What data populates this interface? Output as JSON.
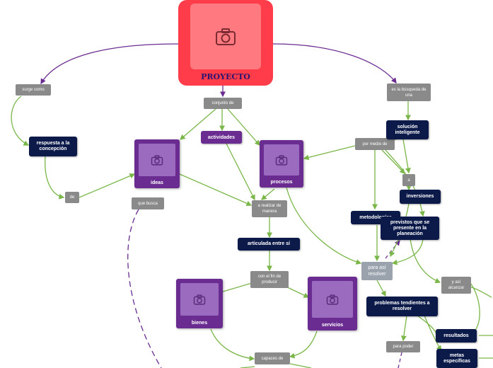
{
  "root": {
    "label": "PROYECTO",
    "icon": "camera-icon"
  },
  "nodes": {
    "surge_como": "surge como",
    "respuesta": "respuesta a la concepción",
    "de": "de",
    "conjunto_de": "conjunto de",
    "actividades": "actividades",
    "ideas": "ideas",
    "procesos": "procesos",
    "que_busca": "que busca",
    "a_realizar": "a realizar de manera",
    "articulada": "articulada entre sí",
    "con_el_fin": "con el fin de producir",
    "bienes": "bienes",
    "servicios": "servicios",
    "capaces_de": "capaces de",
    "es_la_busqueda": "es la búsqueda de una",
    "solucion": "solución inteligente",
    "por_medio_de": "por medio de",
    "a": "a",
    "inversiones": "inversiones",
    "metodologias": "metodologías",
    "previstos": "previstos que se presente en la planeación",
    "para_asi_resolver": "para así resolver",
    "y_asi_alcanzar": "y así alcanzar",
    "problemas": "problemas tendientes a resolver",
    "resultados": "resultados",
    "metas": "metas específicas",
    "para_poder": "para poder"
  },
  "colors": {
    "root": "#ff3c4a",
    "purple": "#6a2c91",
    "navy": "#0c1a4a",
    "gray": "#8a8a8a",
    "edge_green": "#7ab648",
    "edge_purple": "#6a2c91"
  }
}
